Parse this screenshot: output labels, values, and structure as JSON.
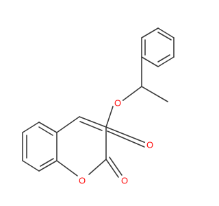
{
  "molecule": {
    "atoms": {
      "ester_o": {
        "symbol": "O",
        "color": "#ff0d0d"
      },
      "carbonyl_o": {
        "symbol": "O",
        "color": "#ff0d0d"
      },
      "ring_o": {
        "symbol": "O",
        "color": "#ff0d0d"
      },
      "lactone_o": {
        "symbol": "O",
        "color": "#ff0d0d"
      }
    },
    "bond_color": "#3a3a3a"
  }
}
